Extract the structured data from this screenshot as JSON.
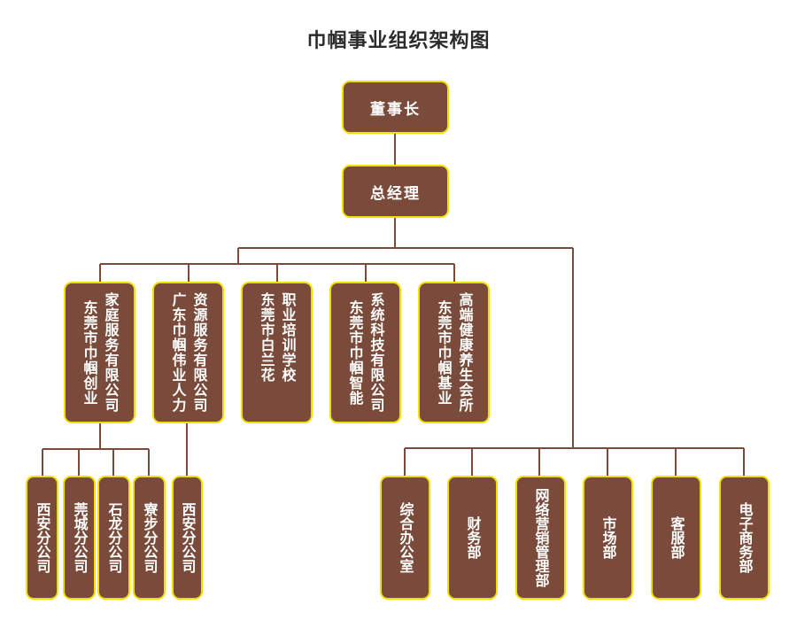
{
  "title": "巾帼事业组织架构图",
  "board": "董事长",
  "gm": "总经理",
  "companies": [
    [
      "家庭服务有限公司",
      "东莞市巾帼创业"
    ],
    [
      "资源服务有限公司",
      "广东巾帼伟业人力"
    ],
    [
      "职业培训学校",
      "东莞市白兰花"
    ],
    [
      "系统科技有限公司",
      "东莞市巾帼智能"
    ],
    [
      "高端健康养生会所",
      "东莞市巾帼基业"
    ]
  ],
  "branches": [
    "西安分公司",
    "莞城分公司",
    "石龙分公司",
    "寮步分公司",
    "西安分公司"
  ],
  "departments": [
    "综合办公室",
    "财务部",
    "网络营销管理部",
    "市场部",
    "客服部",
    "电子商务部"
  ],
  "colors": {
    "box_fill": "#7a4b3a",
    "box_border": "#f0e000",
    "line": "#7a4b3a"
  }
}
